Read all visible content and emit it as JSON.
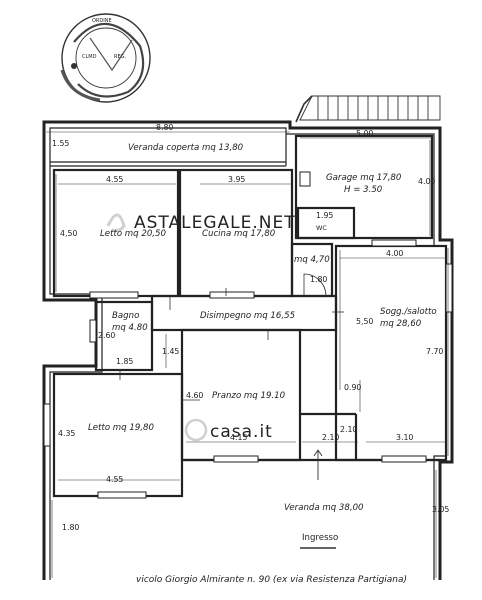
{
  "rooms": {
    "veranda_coperta": "Veranda  coperta  mq  13,80",
    "garage": "Garage  mq  17,80",
    "garage_height": "H  =  3.50",
    "letto_1": "Letto  mq  20,50",
    "cucina": "Cucina  mq  17,80",
    "wc": "WC",
    "wc_area": "mq  4,70",
    "bagno": "Bagno",
    "bagno_area": "mq  4.80",
    "disimpegno": "Disimpegno  mq  16,55",
    "soggiorno": "Sogg./salotto",
    "soggiorno_area": "mq  28,60",
    "pranzo": "Pranzo  mq  19.10",
    "letto_2": "Letto  mq  19,80",
    "veranda": "Veranda  mq  38,00",
    "ingresso": "Ingresso"
  },
  "dimensions": {
    "d_8_80": "8.80",
    "d_5_00": "5.00",
    "d_1_55": "1.55",
    "d_4_55_top": "4.55",
    "d_3_95": "3.95",
    "d_4_00_garage": "4.00",
    "d_4_50": "4,50",
    "d_1_95": "1.95",
    "d_4_00_sogg": "4.00",
    "d_1_80_wc": "1.80",
    "d_5_50": "5,50",
    "d_2_60": "2.60",
    "d_1_45": "1.45",
    "d_1_85": "1.85",
    "d_7_70": "7.70",
    "d_0_90": "0.90",
    "d_4_60": "4.60",
    "d_4_35": "4.35",
    "d_2_10_v": "2.10",
    "d_4_15": "4.15",
    "d_2_10_h": "2.10",
    "d_3_10": "3.10",
    "d_4_55_bottom": "4.55",
    "d_1_80": "1.80",
    "d_3_05": "3.05"
  },
  "address": "vicolo  Giorgio  Almirante  n.  90  (ex  via  Resistenza  Partigiana)",
  "watermarks": [
    "ASTALEGALE.NET",
    "casa.it"
  ],
  "colors": {
    "ink": "#222222",
    "watermark": "#c9c9c9"
  }
}
